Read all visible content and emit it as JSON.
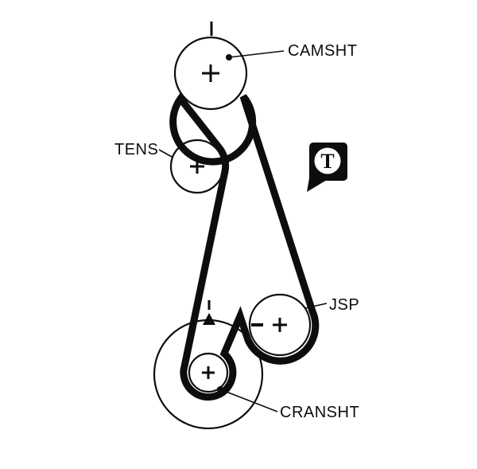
{
  "diagram_type": "timing-belt-routing",
  "labels": {
    "camshaft": "CAMSHT",
    "tensioner": "TENS",
    "jsp": "JSP",
    "crankshaft": "CRANSHT"
  },
  "badge": {
    "letter": "T"
  },
  "colors": {
    "ink": "#0d0d0d",
    "background": "#ffffff"
  }
}
